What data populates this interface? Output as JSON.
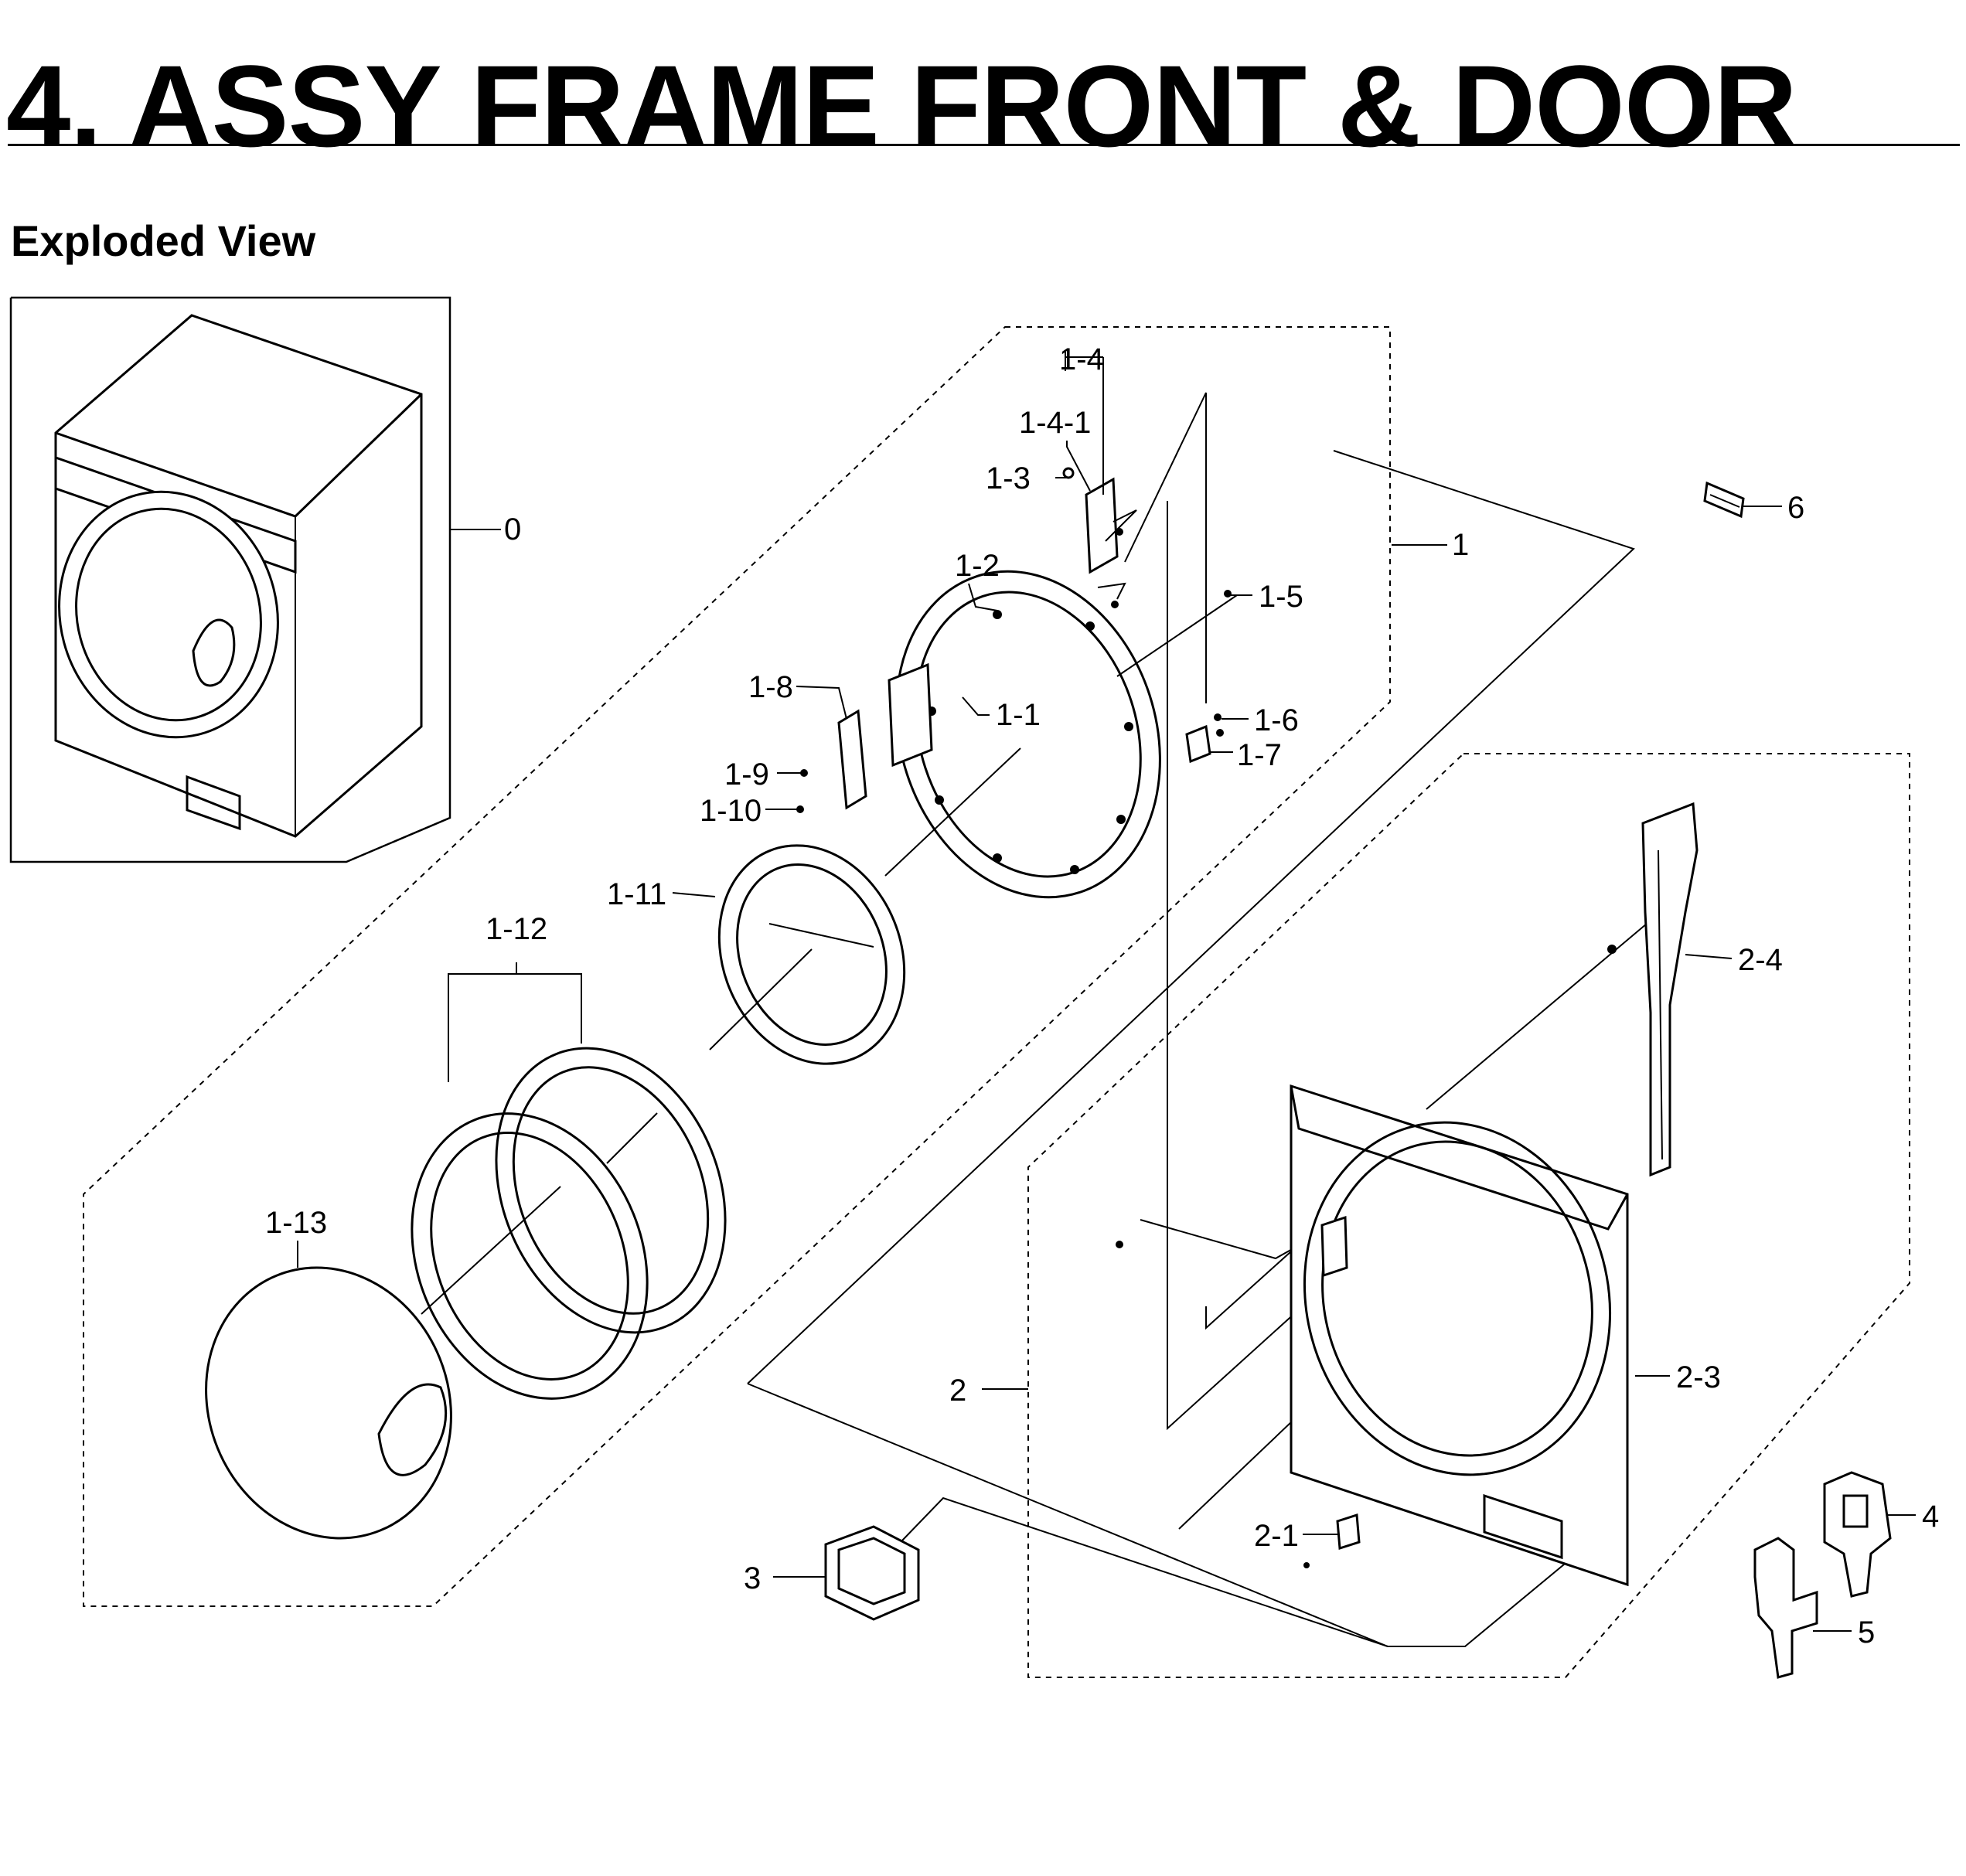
{
  "title": "4.  ASSY FRAME FRONT & DOOR",
  "subtitle": "Exploded View",
  "callouts": {
    "c0": "0",
    "c1": "1",
    "c1_1": "1-1",
    "c1_2": "1-2",
    "c1_3": "1-3",
    "c1_4": "1-4",
    "c1_4_1": "1-4-1",
    "c1_5": "1-5",
    "c1_6": "1-6",
    "c1_7": "1-7",
    "c1_8": "1-8",
    "c1_9": "1-9",
    "c1_10": "1-10",
    "c1_11": "1-11",
    "c1_12": "1-12",
    "c1_13": "1-13",
    "c2": "2",
    "c2_1": "2-1",
    "c2_3": "2-3",
    "c2_4": "2-4",
    "c3": "3",
    "c4": "4",
    "c5": "5",
    "c6": "6"
  }
}
